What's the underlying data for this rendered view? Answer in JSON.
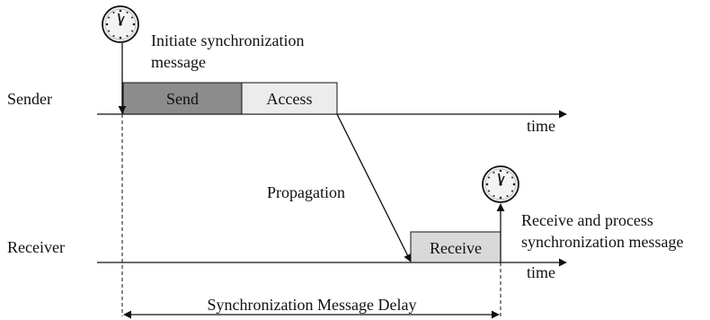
{
  "lanes": {
    "sender": "Sender",
    "receiver": "Receiver"
  },
  "axis_label": "time",
  "phases": {
    "send": "Send",
    "access": "Access",
    "receive": "Receive",
    "propagation": "Propagation"
  },
  "notes": {
    "initiate_line1": "Initiate synchronization",
    "initiate_line2": "message",
    "receive_line1": "Receive and process",
    "receive_line2": "synchronization message"
  },
  "delay_label": "Synchronization Message Delay",
  "icons": {
    "start": "clock-icon",
    "end": "clock-icon"
  },
  "colors": {
    "send_fill": "#8c8c8c",
    "access_fill": "#ececec",
    "receive_fill": "#d9d9d9",
    "clock_face": "#f3f3f3",
    "stroke": "#111111"
  }
}
